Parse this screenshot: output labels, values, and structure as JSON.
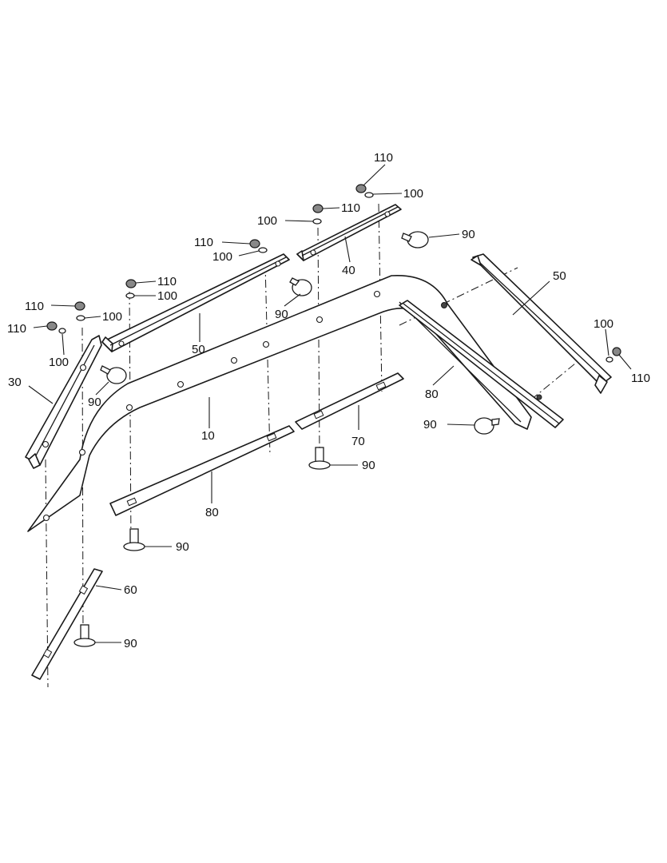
{
  "callouts": {
    "c_110_a": "110",
    "c_100_a": "100",
    "c_110_b": "110",
    "c_100_b": "100",
    "c_90_a": "90",
    "c_40": "40",
    "c_110_c": "110",
    "c_100_c": "100",
    "c_110_d": "110",
    "c_100_d": "100",
    "c_90_b": "90",
    "c_50_a": "50",
    "c_110_e": "110",
    "c_100_e": "100",
    "c_110_f": "110",
    "c_100_f": "100",
    "c_30": "30",
    "c_90_c": "90",
    "c_10": "10",
    "c_50_b": "50",
    "c_100_g": "100",
    "c_110_g": "110",
    "c_80_a": "80",
    "c_90_d": "90",
    "c_70": "70",
    "c_90_e": "90",
    "c_80_b": "80",
    "c_90_f": "90",
    "c_60": "60",
    "c_90_g": "90"
  }
}
